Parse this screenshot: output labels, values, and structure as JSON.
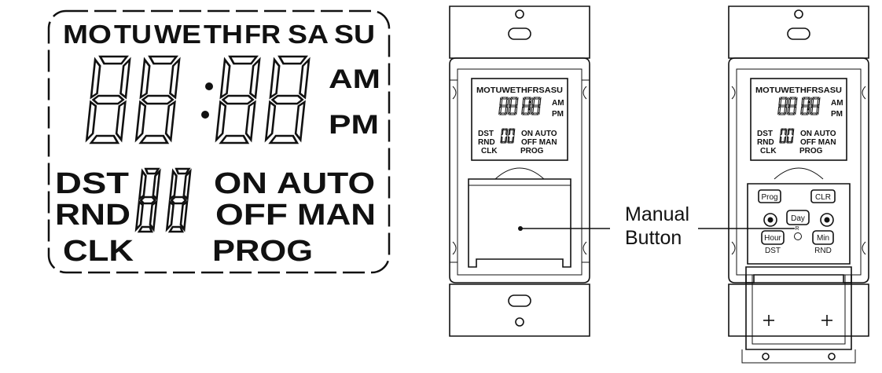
{
  "lcd": {
    "days": [
      "MO",
      "TU",
      "WE",
      "TH",
      "FR",
      "SA",
      "SU"
    ],
    "am": "AM",
    "pm": "PM",
    "dst": "DST",
    "rnd": "RND",
    "clk": "CLK",
    "on": "ON",
    "off": "OFF",
    "auto": "AUTO",
    "man": "MAN",
    "prog": "PROG"
  },
  "mini_lcd": {
    "days_line": "MOTUWETHFRSASU",
    "am": "AM",
    "pm": "PM",
    "left_col": [
      "DST",
      "RND",
      "CLK"
    ],
    "right_col": [
      "ON AUTO",
      "OFF MAN"
    ],
    "prog": "PROG"
  },
  "callout": {
    "line1": "Manual",
    "line2": "Button"
  },
  "buttons": {
    "prog": "Prog",
    "clr": "CLR",
    "day": "Day",
    "hour": "Hour",
    "min": "Min",
    "dst": "DST",
    "rnd": "RND",
    "r": "R"
  }
}
